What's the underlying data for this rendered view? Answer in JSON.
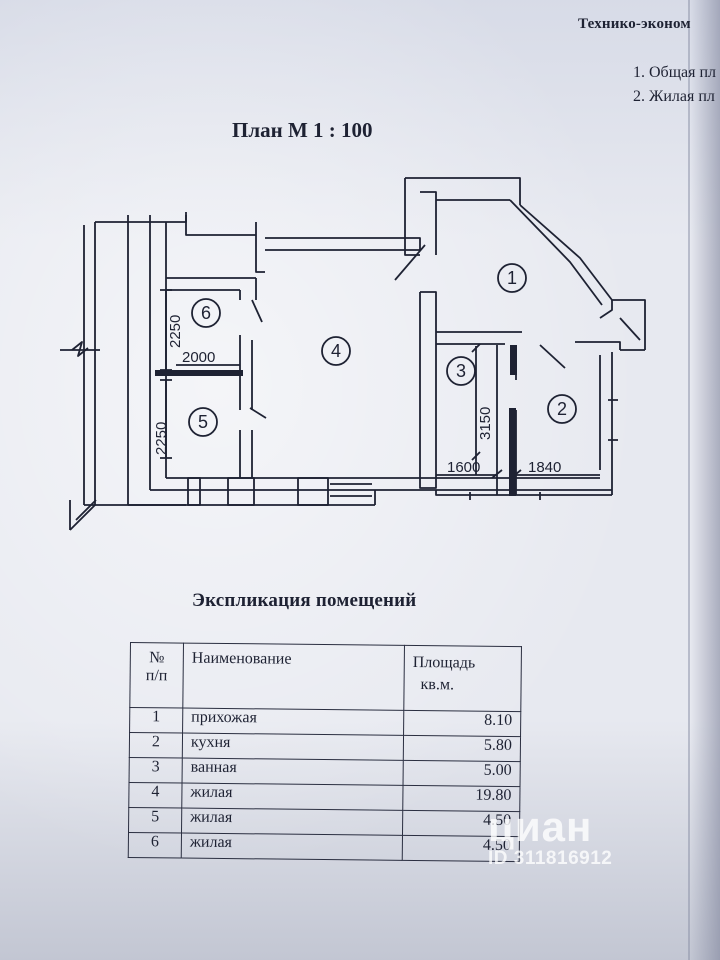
{
  "header": {
    "tech_title": "Технико-эконом",
    "tech_items": [
      "1. Общая пл",
      "2. Жилая пл"
    ]
  },
  "plan": {
    "title": "План М 1 : 100",
    "room_numbers": [
      "1",
      "2",
      "3",
      "4",
      "5",
      "6"
    ],
    "dimensions": [
      "2250",
      "2000",
      "2250",
      "3150",
      "1600",
      "1840"
    ]
  },
  "explication": {
    "title": "Экспликация помещений",
    "headers": {
      "num_line1": "№",
      "num_line2": "п/п",
      "name": "Наименование",
      "area_line1": "Площадь",
      "area_line2": "кв.м."
    },
    "rows": [
      {
        "num": "1",
        "name": "прихожая",
        "area": "8.10"
      },
      {
        "num": "2",
        "name": "кухня",
        "area": "5.80"
      },
      {
        "num": "3",
        "name": "ванная",
        "area": "5.00"
      },
      {
        "num": "4",
        "name": "жилая",
        "area": "19.80"
      },
      {
        "num": "5",
        "name": "жилая",
        "area": "4.50"
      },
      {
        "num": "6",
        "name": "жилая",
        "area": "4.50"
      }
    ]
  },
  "watermark": {
    "logo": "циан",
    "id": "ID 311816912"
  }
}
